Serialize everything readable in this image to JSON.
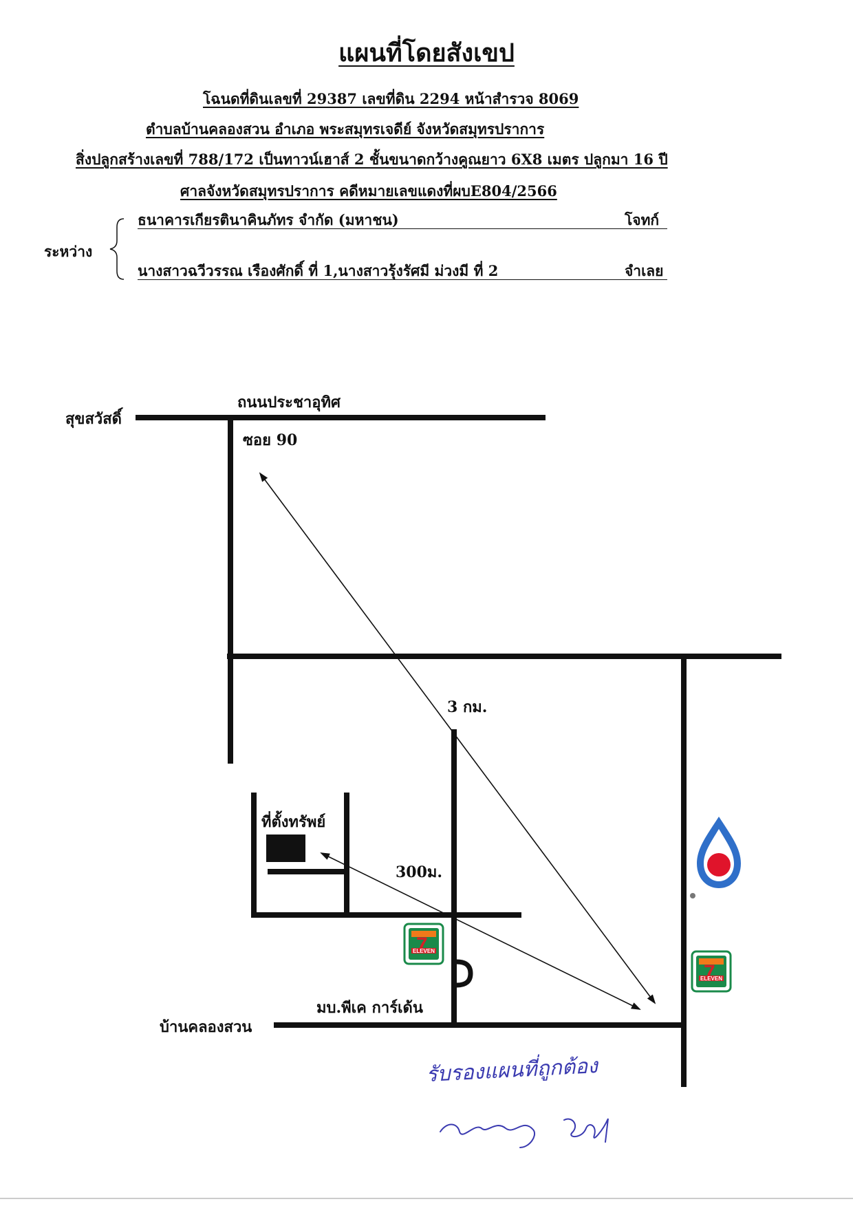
{
  "title": "แผนที่โดยสังเขป",
  "header": {
    "line1": "โฉนดที่ดินเลขที่  29387  เลขที่ดิน  2294  หน้าสำรวจ  8069",
    "line2": "ตำบลบ้านคลองสวน  อำเภอ  พระสมุทรเจดีย์  จังหวัดสมุทรปราการ",
    "line3": "สิ่งปลูกสร้างเลขที่  788/172  เป็นทาวน์เฮาส์  2  ชั้นขนาดกว้างคูณยาว 6X8  เมตร ปลูกมา 16 ปี",
    "line4": "ศาลจังหวัดสมุทรปราการ คดีหมายเลขแดงที่ผบE804/2566"
  },
  "parties": {
    "between_label": "ระหว่าง",
    "plaintiff_name": "ธนาคารเกียรตินาคินภัทร จำกัด (มหาชน)",
    "plaintiff_role": "โจทก์",
    "defendant_name": "นางสาวฉวีวรรณ  เรืองศักดิ์  ที่ 1,นางสาวรุ้งรัศมี ม่วงมี ที่ 2",
    "defendant_role": "จำเลย"
  },
  "map": {
    "label_sukhumvit": "สุขสวัสดิ์",
    "label_prachauthit": "ถนนประชาอุทิศ",
    "label_soi": "ซอย 90",
    "label_3km": "3 กม.",
    "label_property": "ที่ตั้งทรัพย์",
    "label_300m": "300ม.",
    "label_village": "มบ.พีเค การ์เด้น",
    "label_bankhlongsuan": "บ้านคลองสวน",
    "seven_eleven_top": "7",
    "seven_eleven_text": "ELEVEN",
    "colors": {
      "ptt_blue": "#2f6fc9",
      "ptt_red": "#e0142b",
      "seven_green": "#1a8a4a",
      "seven_orange": "#f07a1a",
      "seven_red": "#d61f26",
      "ink_blue": "#3a3ab0"
    }
  },
  "handwritten": {
    "line1": "รับรองแผนที่ถูกต้อง"
  }
}
